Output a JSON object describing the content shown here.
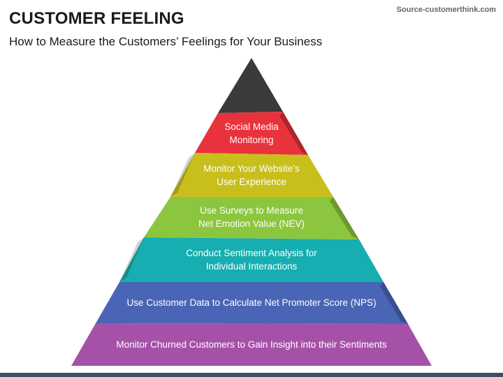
{
  "header": {
    "title": "CUSTOMER FEELING",
    "subtitle": "How to Measure the Customers’ Feelings for Your Business",
    "source": "Source-customerthink.com"
  },
  "pyramid": {
    "apex_color": "#3a3a3a",
    "layers": [
      {
        "label": "Social Media\nMonitoring",
        "color": "#e8323c"
      },
      {
        "label": "Monitor Your Website’s\nUser Experience",
        "color": "#c9bf1c"
      },
      {
        "label": "Use Surveys to Measure\nNet Emotion Value (NEV)",
        "color": "#8cc63e"
      },
      {
        "label": "Conduct Sentiment Analysis for\nIndividual Interactions",
        "color": "#16aeb0"
      },
      {
        "label": "Use Customer Data to Calculate Net Promoter Score (NPS)",
        "color": "#4a64b6"
      },
      {
        "label": "Monitor Churned Customers to Gain Insight into their Sentiments",
        "color": "#a651a8"
      }
    ]
  }
}
